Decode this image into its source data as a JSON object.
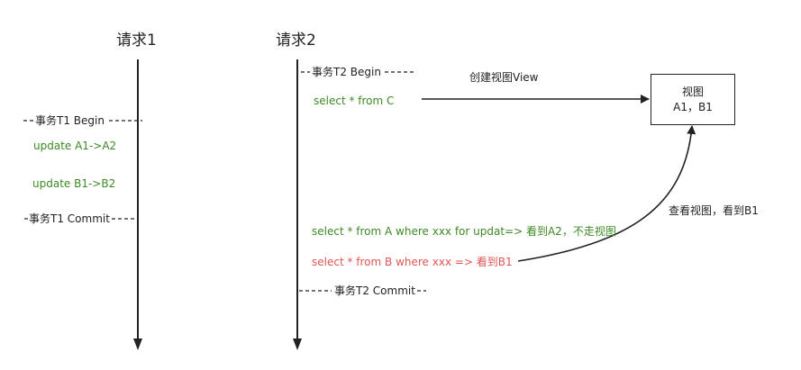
{
  "columns": {
    "request1": "请求1",
    "request2": "请求2"
  },
  "request1": {
    "begin": "事务T1 Begin",
    "update1": "update A1->A2",
    "update2": "update B1->B2",
    "commit": "事务T1 Commit"
  },
  "request2": {
    "begin": "事务T2 Begin",
    "select_c": "select * from C",
    "select_a": "select * from A where xxx for updat=> 看到A2，不走视图",
    "select_b": "select * from B where xxx => 看到B1",
    "commit": "事务T2 Commit"
  },
  "view_box": {
    "line1": "视图",
    "line2": "A1，B1"
  },
  "edges": {
    "create_view": "创建视图View",
    "check_view": "查看视图，看到B1"
  },
  "colors": {
    "line": "#222222",
    "green": "#3d8a25",
    "red": "#e05555"
  }
}
